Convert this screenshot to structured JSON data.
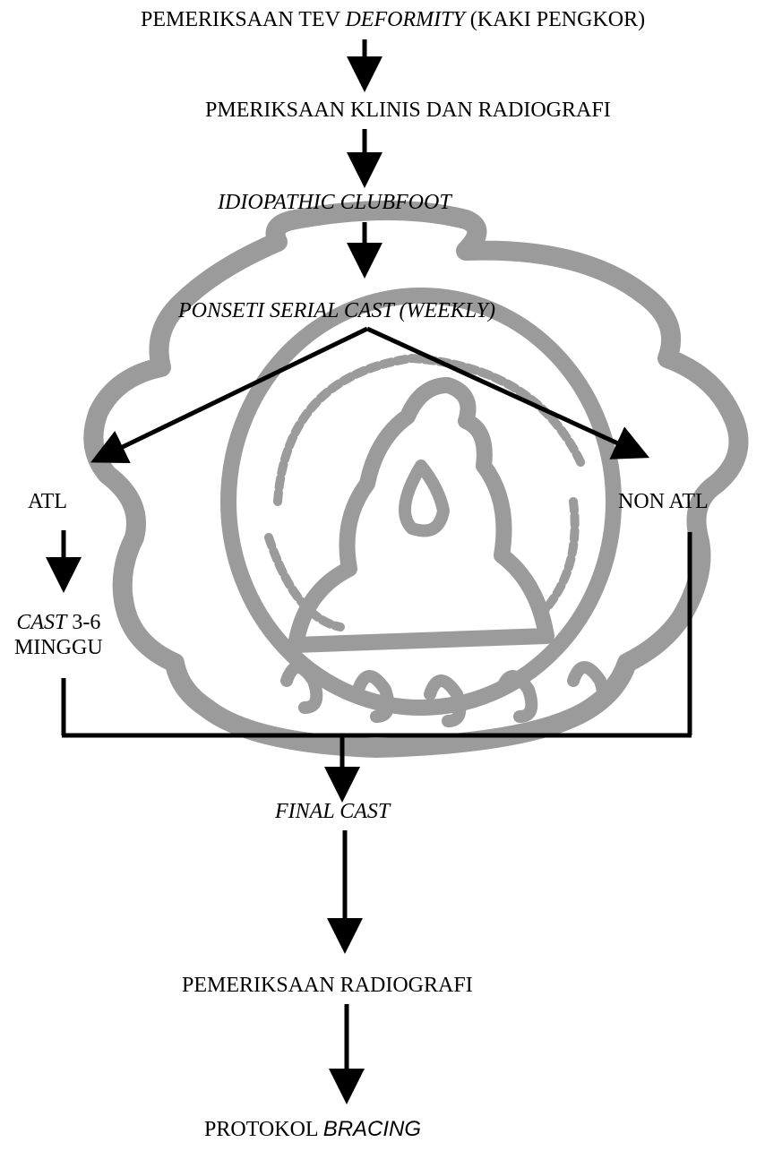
{
  "flowchart": {
    "nodes": {
      "pemeriksaan_tev": {
        "part1": "PEMERIKSAAN  TEV ",
        "part2": "DEFORMITY",
        "part3": " (KAKI PENGKOR)"
      },
      "pemeriksaan_klinis": "PMERIKSAAN KLINIS DAN RADIOGRAFI",
      "idiopathic": "IDIOPATHIC CLUBFOOT",
      "ponseti": "PONSETI SERIAL CAST (WEEKLY)",
      "atl": "ATL",
      "non_atl": "NON ATL",
      "cast_3_6": {
        "part1": "CAST",
        "part2": " 3-6",
        "part3": "MINGGU"
      },
      "final_cast": "FINAL CAST",
      "pemeriksaan_radiografi": "PEMERIKSAAN RADIOGRAFI",
      "protokol": {
        "part1": "PROTOKOL  ",
        "part2": "BRACING"
      }
    },
    "edges": [
      {
        "from": "pemeriksaan_tev",
        "to": "pemeriksaan_klinis"
      },
      {
        "from": "pemeriksaan_klinis",
        "to": "idiopathic"
      },
      {
        "from": "idiopathic",
        "to": "ponseti"
      },
      {
        "from": "ponseti",
        "to": "atl"
      },
      {
        "from": "ponseti",
        "to": "non_atl"
      },
      {
        "from": "atl",
        "to": "cast_3_6"
      },
      {
        "from": "cast_3_6",
        "to": "final_cast"
      },
      {
        "from": "non_atl",
        "to": "final_cast"
      },
      {
        "from": "final_cast",
        "to": "pemeriksaan_radiografi"
      },
      {
        "from": "pemeriksaan_radiografi",
        "to": "protokol"
      }
    ]
  },
  "watermark": {
    "color": "#8a8a8a"
  }
}
